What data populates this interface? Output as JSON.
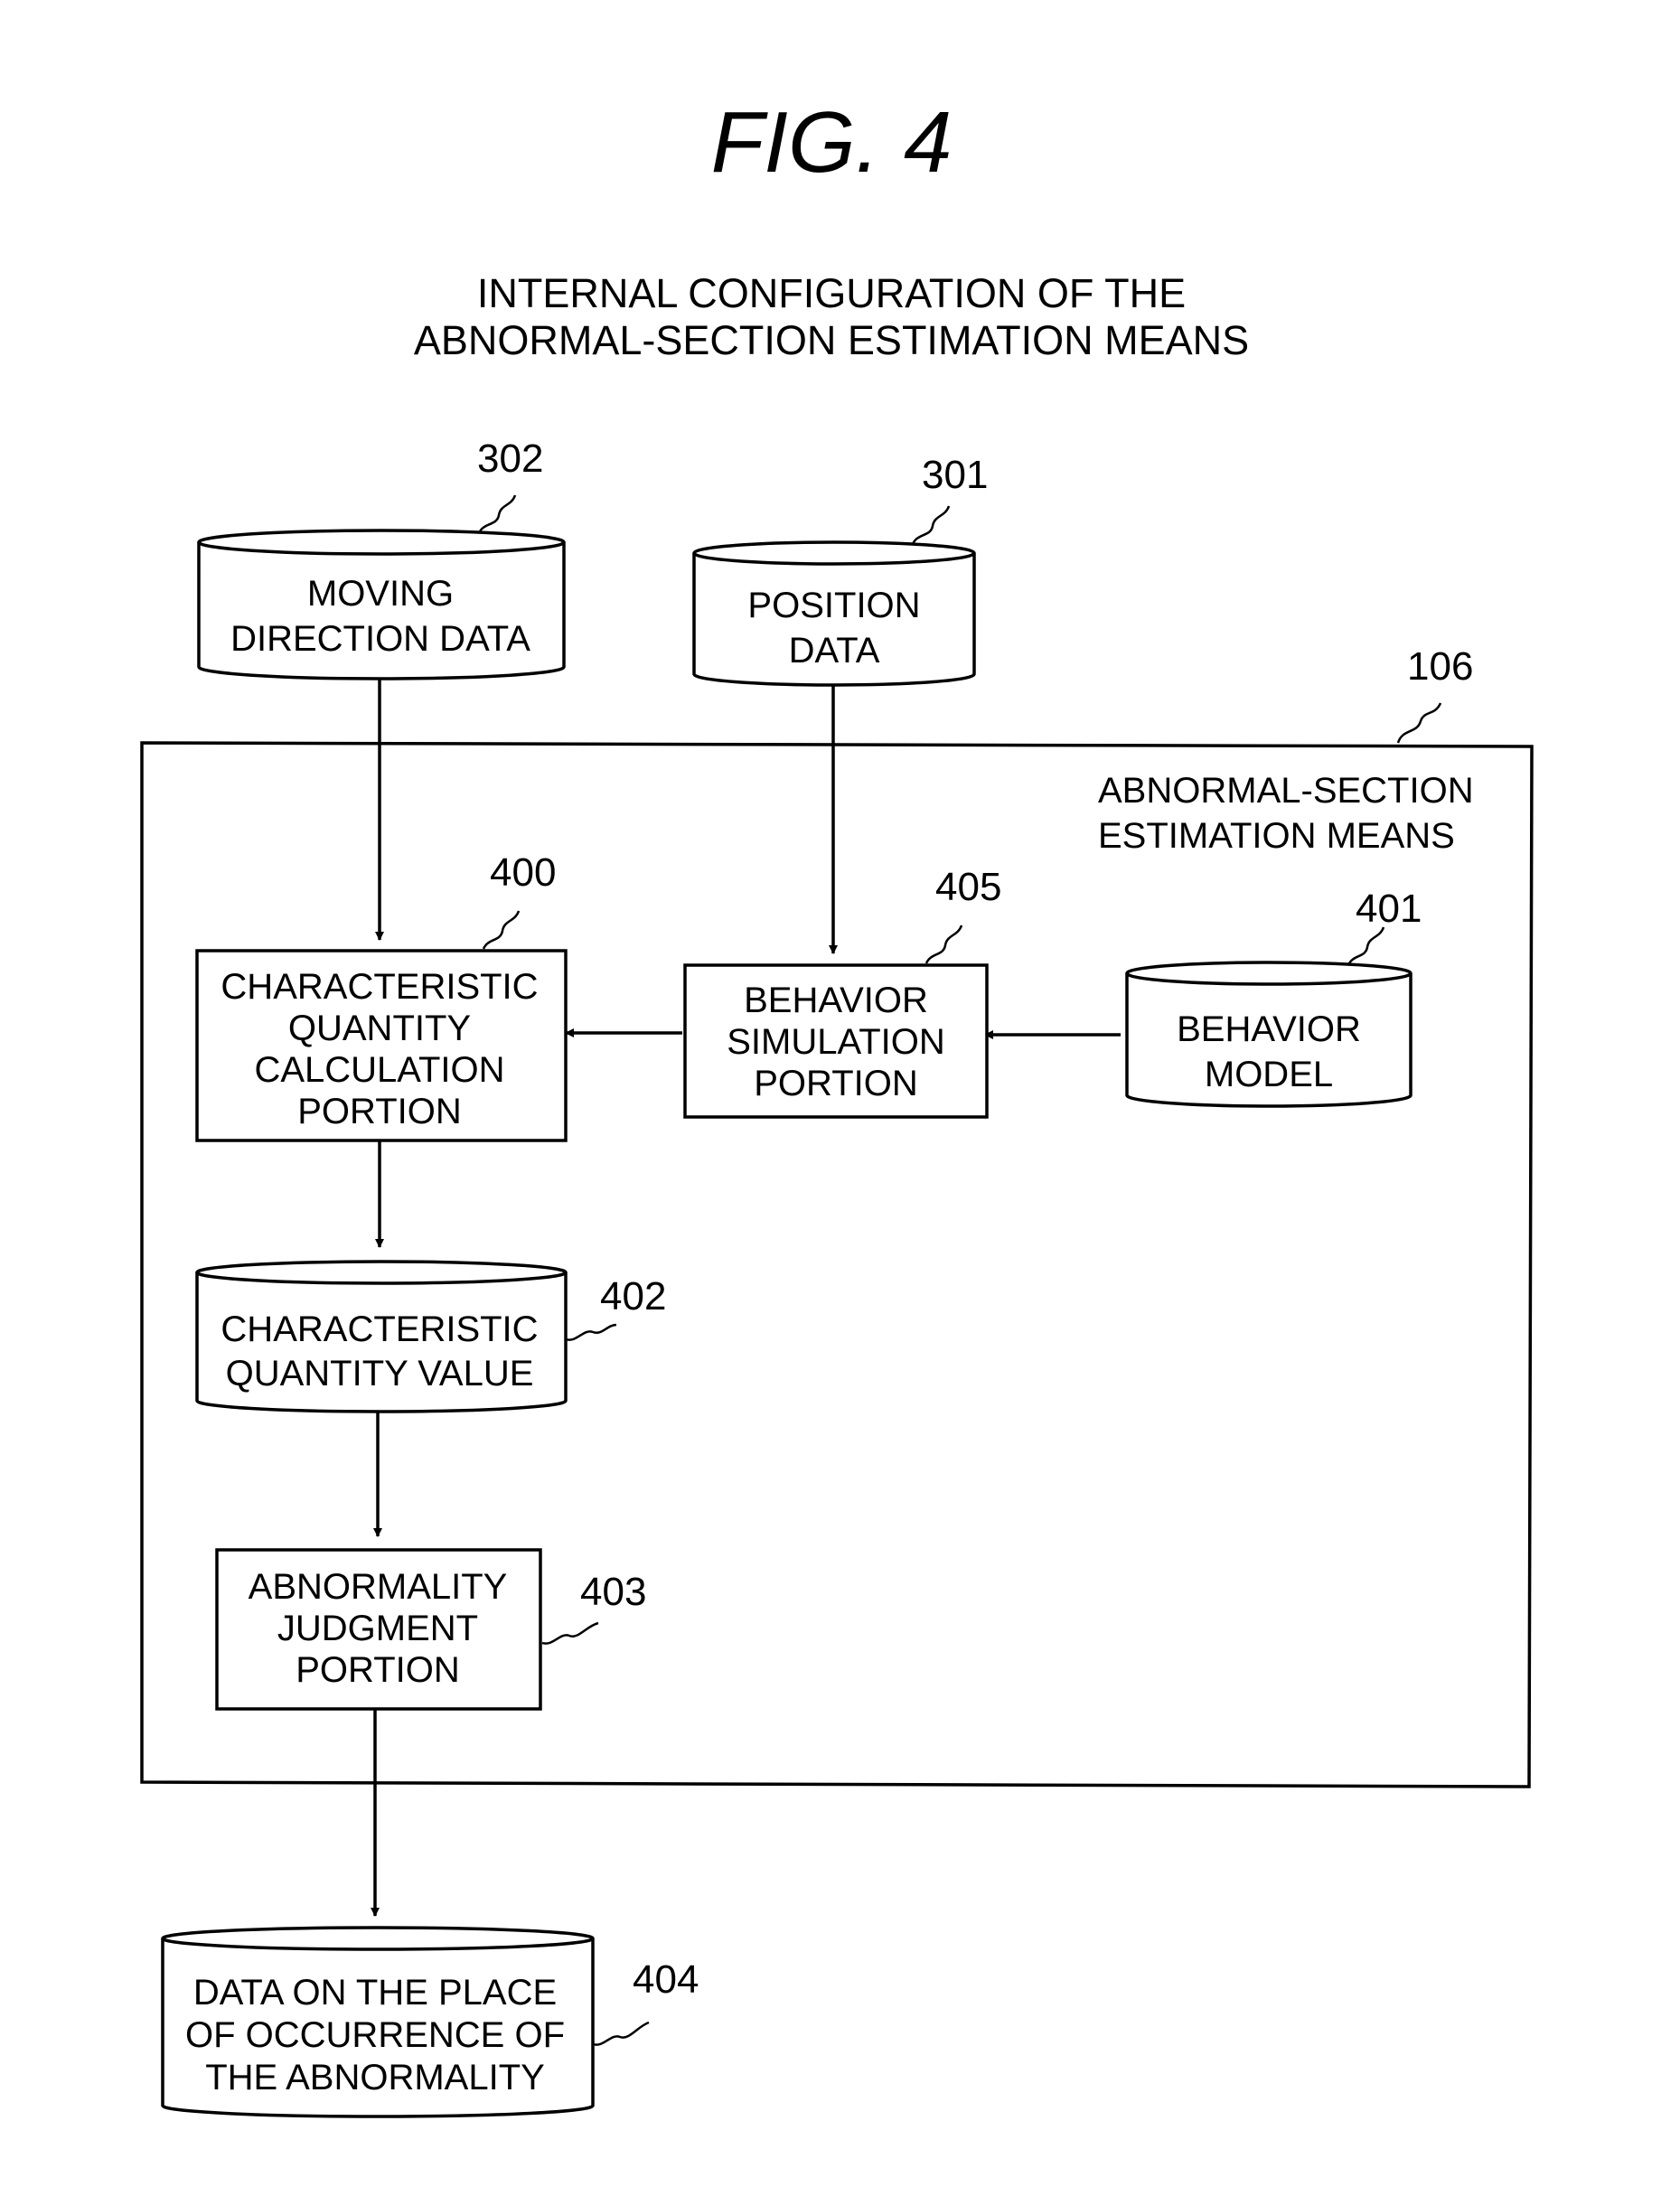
{
  "figure_title": "FIG. 4",
  "caption": {
    "line1": "INTERNAL CONFIGURATION OF THE",
    "line2": "ABNORMAL-SECTION ESTIMATION MEANS"
  },
  "container": {
    "ref": "106",
    "label_line1": "ABNORMAL-SECTION",
    "label_line2": "ESTIMATION MEANS"
  },
  "nodes": {
    "moving_direction_data": {
      "ref": "302",
      "lines": [
        "MOVING",
        "DIRECTION DATA"
      ]
    },
    "position_data": {
      "ref": "301",
      "lines": [
        "POSITION",
        "DATA"
      ]
    },
    "characteristic_quantity_calculation": {
      "ref": "400",
      "lines": [
        "CHARACTERISTIC",
        "QUANTITY",
        "CALCULATION",
        "PORTION"
      ]
    },
    "behavior_simulation": {
      "ref": "405",
      "lines": [
        "BEHAVIOR",
        "SIMULATION",
        "PORTION"
      ]
    },
    "behavior_model": {
      "ref": "401",
      "lines": [
        "BEHAVIOR",
        "MODEL"
      ]
    },
    "characteristic_quantity_value": {
      "ref": "402",
      "lines": [
        "CHARACTERISTIC",
        "QUANTITY VALUE"
      ]
    },
    "abnormality_judgment": {
      "ref": "403",
      "lines": [
        "ABNORMALITY",
        "JUDGMENT",
        "PORTION"
      ]
    },
    "abnormality_place_data": {
      "ref": "404",
      "lines": [
        "DATA ON THE PLACE",
        "OF OCCURRENCE OF",
        "THE ABNORMALITY"
      ]
    }
  },
  "edges": [
    {
      "from": "moving_direction_data",
      "to": "characteristic_quantity_calculation"
    },
    {
      "from": "position_data",
      "to": "behavior_simulation"
    },
    {
      "from": "behavior_model",
      "to": "behavior_simulation"
    },
    {
      "from": "behavior_simulation",
      "to": "characteristic_quantity_calculation"
    },
    {
      "from": "characteristic_quantity_calculation",
      "to": "characteristic_quantity_value"
    },
    {
      "from": "characteristic_quantity_value",
      "to": "abnormality_judgment"
    },
    {
      "from": "abnormality_judgment",
      "to": "abnormality_place_data"
    }
  ]
}
